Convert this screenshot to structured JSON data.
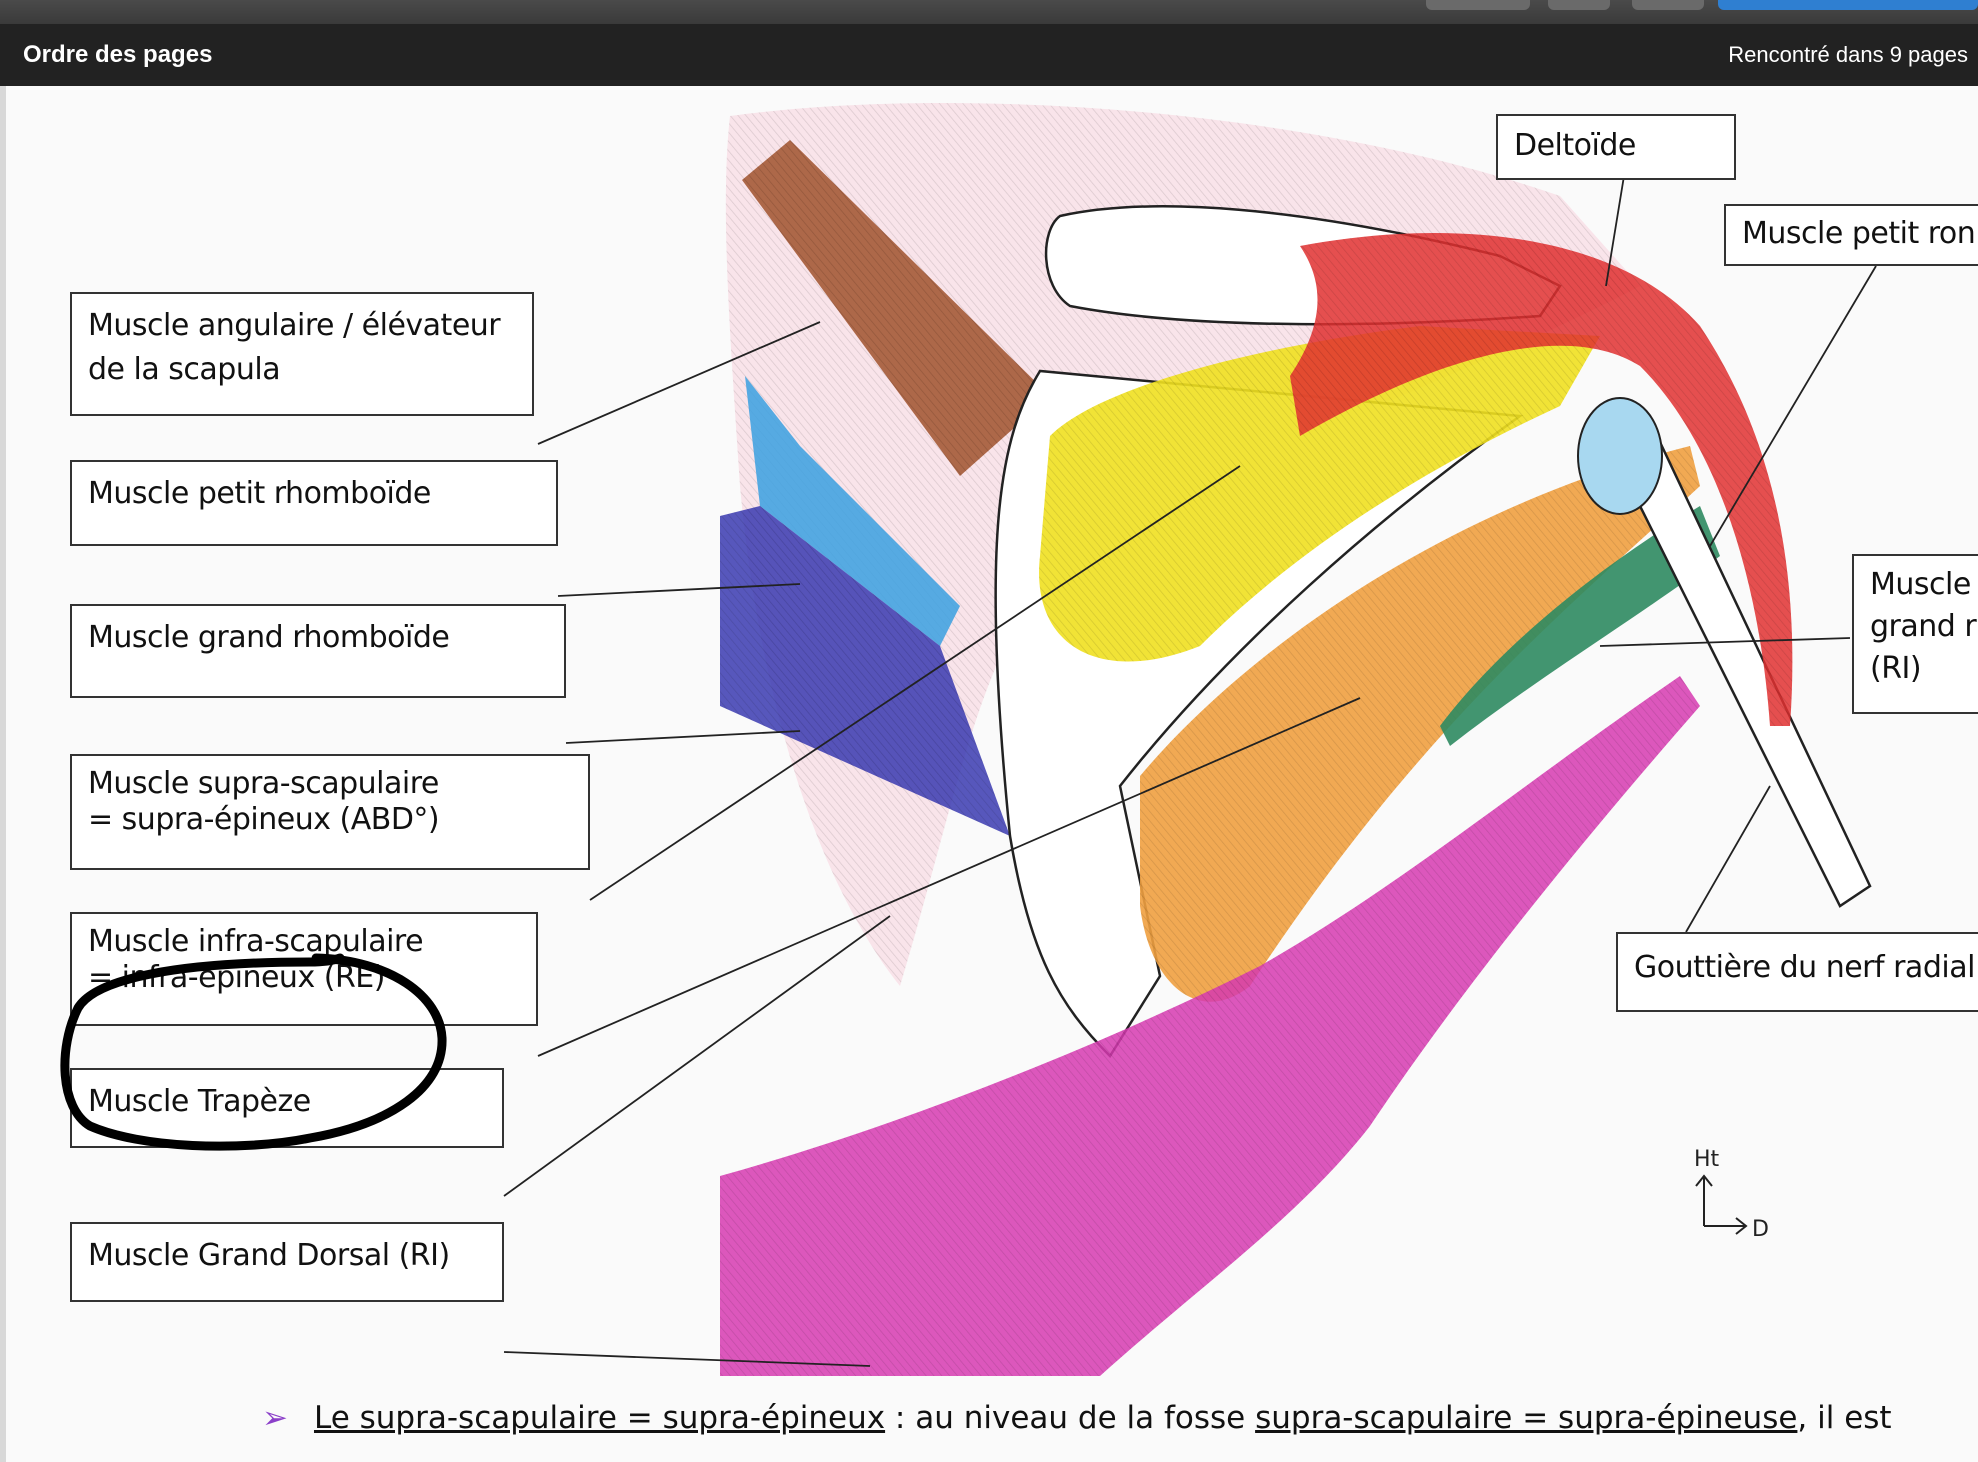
{
  "header": {
    "title": "Ordre des pages",
    "encounter": "Rencontré dans 9 pages"
  },
  "figure": {
    "labels_left": [
      {
        "name": "angulaire",
        "line1": "Muscle angulaire / élévateur",
        "line2": "de la scapula"
      },
      {
        "name": "petit-rhomboide",
        "line1": "Muscle petit rhomboïde"
      },
      {
        "name": "grand-rhomboide",
        "line1": "Muscle grand rhomboïde"
      },
      {
        "name": "supra-scapulaire",
        "line1": "Muscle supra-scapulaire",
        "line2": "= supra-épineux  (ABD°)"
      },
      {
        "name": "infra-scapulaire",
        "line1": "Muscle infra-scapulaire",
        "line2": "= infra-épineux (RE)"
      },
      {
        "name": "trapeze",
        "line1": "Muscle Trapèze"
      },
      {
        "name": "grand-dorsal",
        "line1": "Muscle Grand Dorsal (RI)"
      }
    ],
    "labels_right": [
      {
        "name": "deltoide",
        "line1": "Deltoïde"
      },
      {
        "name": "petit-rond",
        "line1": "Muscle petit ron"
      },
      {
        "name": "grand-rond",
        "line1": "Muscle",
        "line2": "grand r",
        "line3": "(RI)"
      },
      {
        "name": "gouttiere",
        "line1": "Gouttière du nerf radial"
      }
    ],
    "orientation": {
      "up": "Ht",
      "right": "D"
    },
    "colors": {
      "angulaire": "#a0522d",
      "petit_rhomboide": "#3aa0e0",
      "grand_rhomboide": "#3a3ab0",
      "supra": "#f0e020",
      "infra": "#f0a040",
      "trapeze": "#f4b8c8",
      "grand_dorsal": "#d63ab0",
      "deltoide": "#e03030",
      "petit_rond": "#f0e020",
      "grand_rond": "#2e8a60"
    }
  },
  "text": {
    "bullet": "➢",
    "seg1": "Le supra-scapulaire = supra-épineux",
    "seg2": " : au niveau de la fosse ",
    "seg3": "supra-scapulaire = supra-épineuse",
    "seg4": ", il est"
  }
}
